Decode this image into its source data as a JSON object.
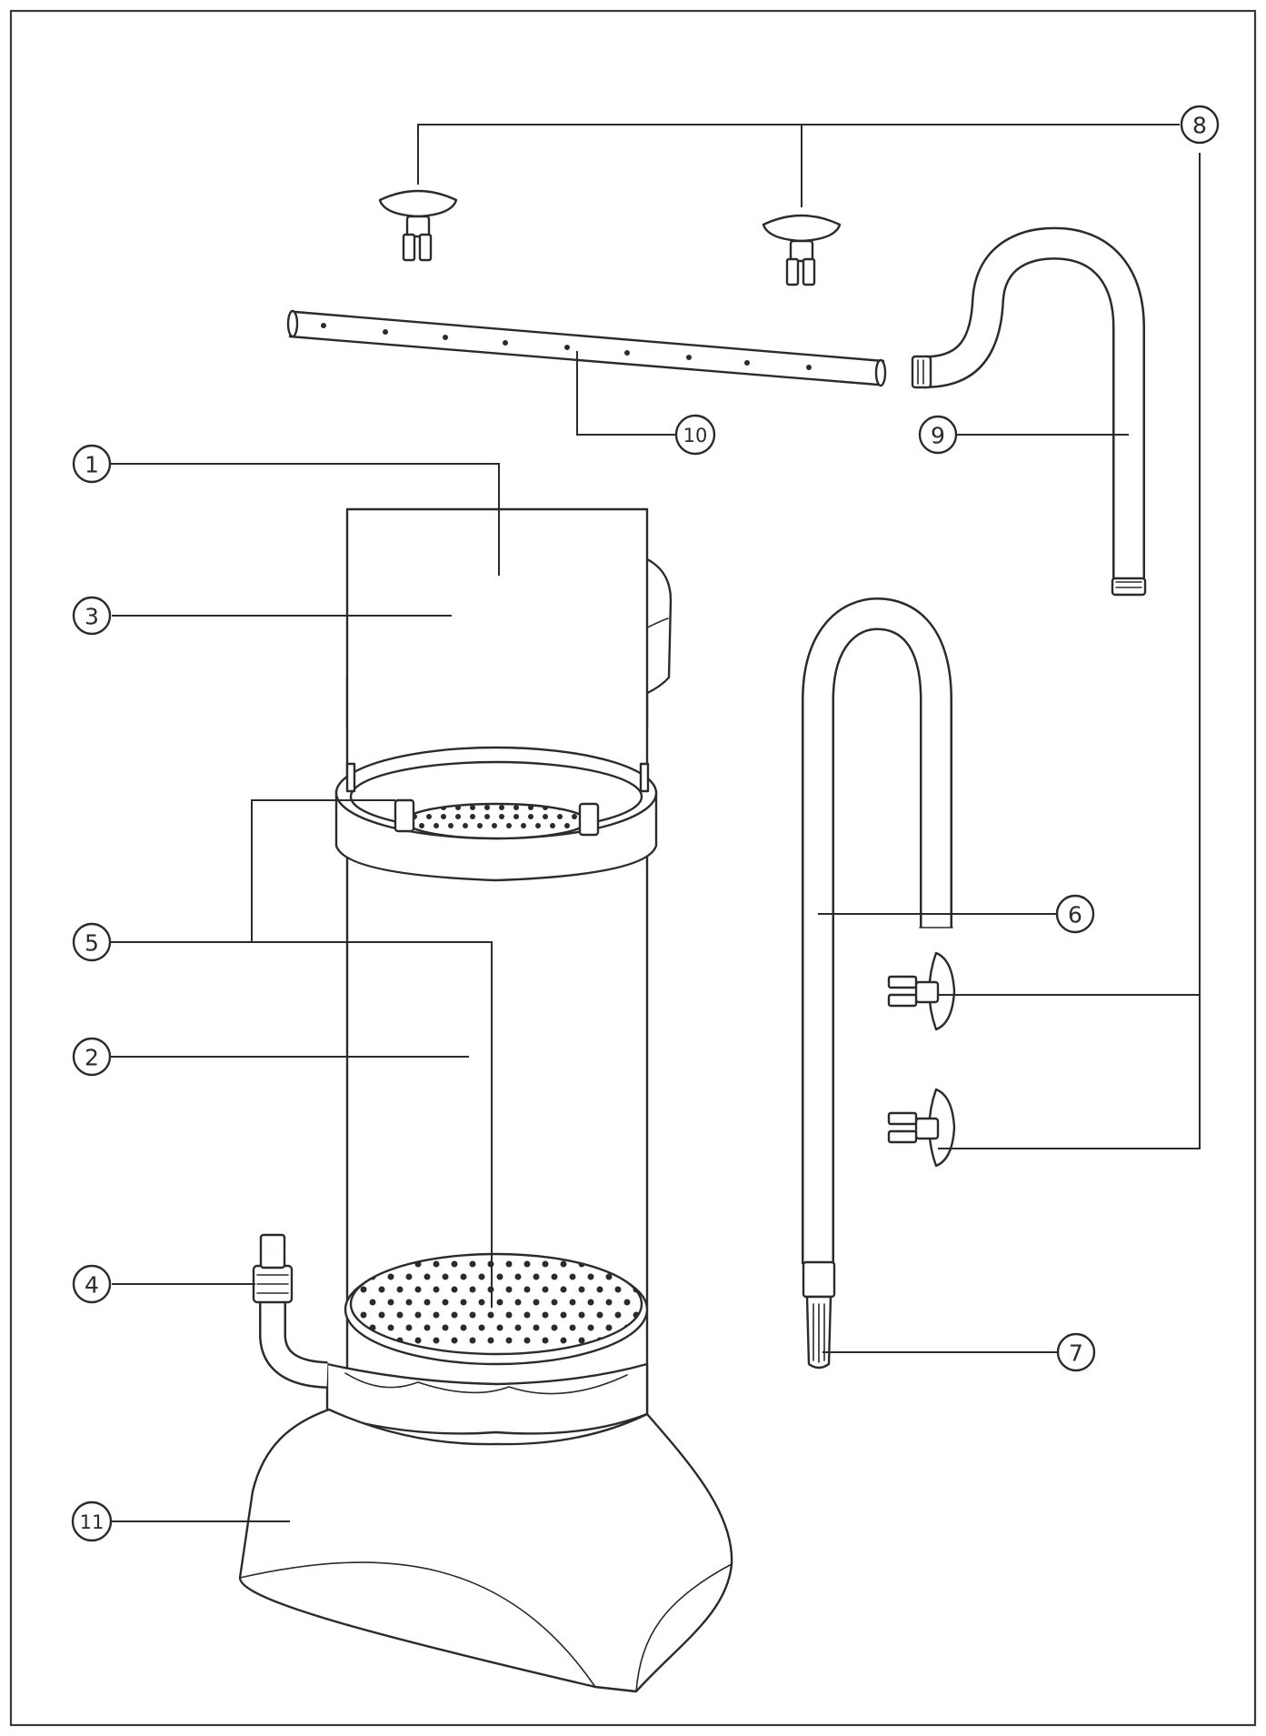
{
  "callouts": [
    {
      "id": "1",
      "label": "1"
    },
    {
      "id": "2",
      "label": "2"
    },
    {
      "id": "3",
      "label": "3"
    },
    {
      "id": "4",
      "label": "4"
    },
    {
      "id": "5",
      "label": "5"
    },
    {
      "id": "6",
      "label": "6"
    },
    {
      "id": "7",
      "label": "7"
    },
    {
      "id": "8",
      "label": "8"
    },
    {
      "id": "9",
      "label": "9"
    },
    {
      "id": "10",
      "label": "10"
    },
    {
      "id": "11",
      "label": "11"
    }
  ],
  "colors": {
    "line": "#2b2b2b",
    "background": "#ffffff"
  }
}
